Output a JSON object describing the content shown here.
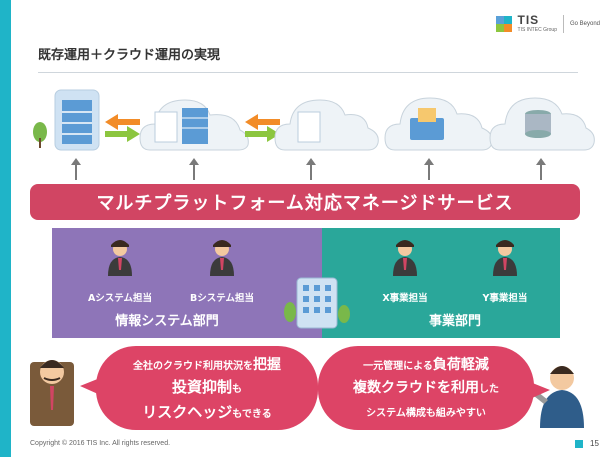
{
  "logo": {
    "brand": "TIS",
    "group": "TIS INTEC Group",
    "tagline": "Go Beyond",
    "colors": [
      "#1fb4c8",
      "#5aa0d8",
      "#f28c28",
      "#8cc63f"
    ]
  },
  "title": "既存運用＋クラウド運用の実現",
  "banner": "マルチプラットフォーム対応マネージドサービス",
  "it_department": {
    "roles": [
      "Aシステム担当",
      "Bシステム担当"
    ],
    "name": "情報システム部門"
  },
  "business_department": {
    "roles": [
      "X事業担当",
      "Y事業担当"
    ],
    "name": "事業部門"
  },
  "left_bubble": {
    "line1_prefix": "全社のクラウド利用状況を",
    "line1_emph": "把握",
    "line2_emph": "投資抑制",
    "line2_suffix": "も",
    "line3_emph": "リスクヘッジ",
    "line3_suffix": "もできる"
  },
  "right_bubble": {
    "line1_prefix": "一元管理による",
    "line1_emph": "負荷軽減",
    "line2_emph": "複数クラウドを利用",
    "line2_suffix": "した",
    "line3": "システム構成も組みやすい"
  },
  "footer": {
    "copyright": "Copyright © 2016 TIS Inc. All rights reserved.",
    "page": "15"
  },
  "colors": {
    "accent": "#1fb4c8",
    "banner": "#d14563",
    "it_panel": "#8e75b8",
    "business_panel": "#2aa79a",
    "bubble": "#dd4466"
  }
}
